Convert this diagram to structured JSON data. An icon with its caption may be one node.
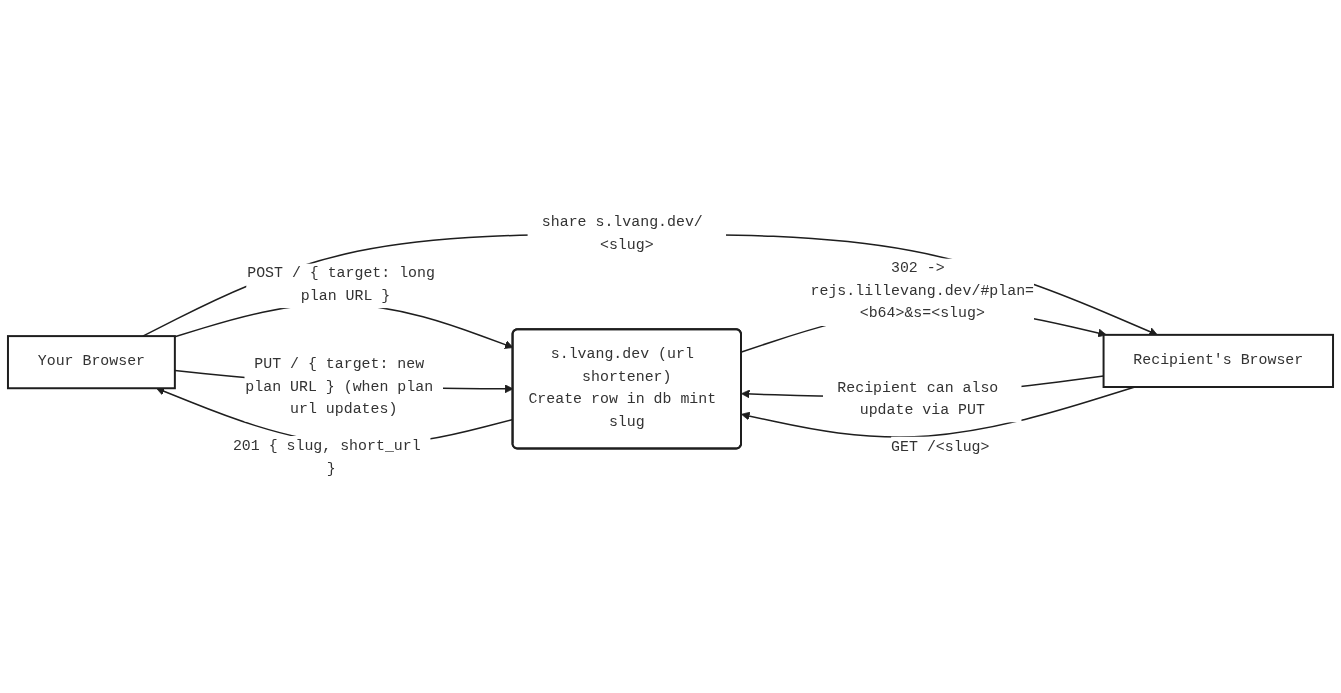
{
  "diagram": {
    "nodes": [
      {
        "text": [
          "Your Browser"
        ]
      },
      {
        "text": [
          "s.lvang.dev (url shortener)",
          "Create row in db mint slug"
        ]
      },
      {
        "text": [
          "Recipient's Browser"
        ]
      }
    ],
    "edges": [
      {
        "from": 0,
        "to": 1,
        "arrow": "to",
        "label": "POST / { target: long plan URL }"
      },
      {
        "from": 1,
        "to": 0,
        "arrow": "to",
        "label": "201 { slug, short_url }"
      },
      {
        "from": 0,
        "to": 1,
        "arrow": "to",
        "label": "PUT / { target: new plan URL } (when plan url updates)"
      },
      {
        "from": 0,
        "to": 2,
        "arrow": "to",
        "label": "share s.lvang.dev/ <slug>"
      },
      {
        "from": 2,
        "to": 1,
        "arrow": "to",
        "label": "Recipient can also update via PUT"
      },
      {
        "from": 2,
        "to": 1,
        "arrow": "to",
        "label": "GET /<slug>"
      },
      {
        "from": 1,
        "to": 2,
        "arrow": "to",
        "label": "302 -> rejs.lillevang.dev/#plan=<b64>&s=<slug>"
      }
    ]
  }
}
